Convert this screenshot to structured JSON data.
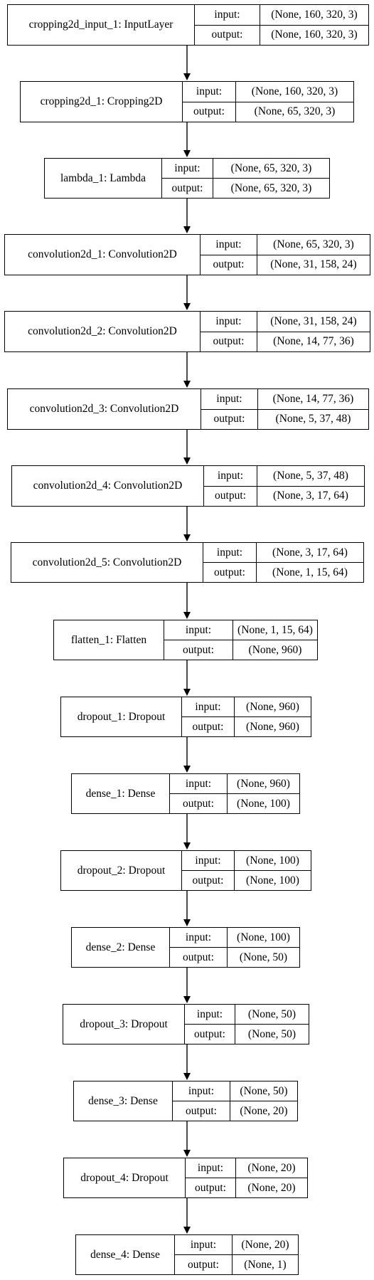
{
  "diagram": {
    "port_labels": {
      "input": "input:",
      "output": "output:"
    },
    "layers": [
      {
        "name": "cropping2d_input_1: InputLayer",
        "input": "(None, 160, 320, 3)",
        "output": "(None, 160, 320, 3)"
      },
      {
        "name": "cropping2d_1: Cropping2D",
        "input": "(None, 160, 320, 3)",
        "output": "(None, 65, 320, 3)"
      },
      {
        "name": "lambda_1: Lambda",
        "input": "(None, 65, 320, 3)",
        "output": "(None, 65, 320, 3)"
      },
      {
        "name": "convolution2d_1: Convolution2D",
        "input": "(None, 65, 320, 3)",
        "output": "(None, 31, 158, 24)"
      },
      {
        "name": "convolution2d_2: Convolution2D",
        "input": "(None, 31, 158, 24)",
        "output": "(None, 14, 77, 36)"
      },
      {
        "name": "convolution2d_3: Convolution2D",
        "input": "(None, 14, 77, 36)",
        "output": "(None, 5, 37, 48)"
      },
      {
        "name": "convolution2d_4: Convolution2D",
        "input": "(None, 5, 37, 48)",
        "output": "(None, 3, 17, 64)"
      },
      {
        "name": "convolution2d_5: Convolution2D",
        "input": "(None, 3, 17, 64)",
        "output": "(None, 1, 15, 64)"
      },
      {
        "name": "flatten_1: Flatten",
        "input": "(None, 1, 15, 64)",
        "output": "(None, 960)"
      },
      {
        "name": "dropout_1: Dropout",
        "input": "(None, 960)",
        "output": "(None, 960)"
      },
      {
        "name": "dense_1: Dense",
        "input": "(None, 960)",
        "output": "(None, 100)"
      },
      {
        "name": "dropout_2: Dropout",
        "input": "(None, 100)",
        "output": "(None, 100)"
      },
      {
        "name": "dense_2: Dense",
        "input": "(None, 100)",
        "output": "(None, 50)"
      },
      {
        "name": "dropout_3: Dropout",
        "input": "(None, 50)",
        "output": "(None, 50)"
      },
      {
        "name": "dense_3: Dense",
        "input": "(None, 50)",
        "output": "(None, 20)"
      },
      {
        "name": "dropout_4: Dropout",
        "input": "(None, 20)",
        "output": "(None, 20)"
      },
      {
        "name": "dense_4: Dense",
        "input": "(None, 20)",
        "output": "(None, 1)"
      }
    ]
  }
}
